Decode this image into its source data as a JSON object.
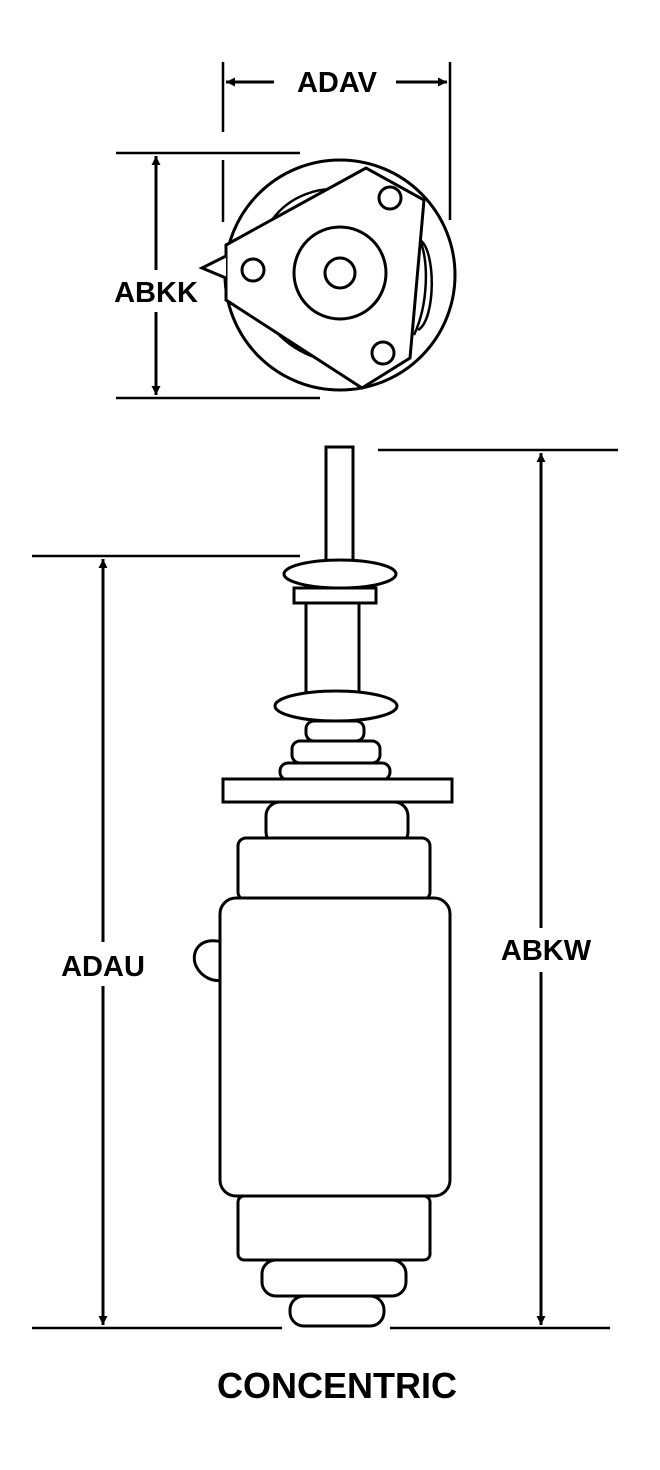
{
  "dimensions": {
    "top_width": "ADAV",
    "top_height": "ABKK",
    "body_length": "ADAU",
    "overall_length": "ABKW"
  },
  "caption": "CONCENTRIC",
  "colors": {
    "line": "#000000",
    "background": "#ffffff"
  }
}
